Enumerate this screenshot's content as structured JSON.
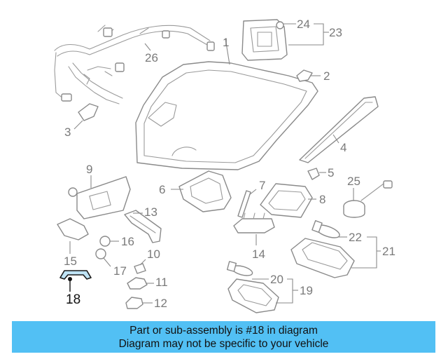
{
  "diagram": {
    "callouts": {
      "c1": "1",
      "c2": "2",
      "c3": "3",
      "c4": "4",
      "c5": "5",
      "c6": "6",
      "c7": "7",
      "c8": "8",
      "c9": "9",
      "c10": "10",
      "c11": "11",
      "c12": "12",
      "c13": "13",
      "c14": "14",
      "c15": "15",
      "c16": "16",
      "c17": "17",
      "c18": "18",
      "c19": "19",
      "c20": "20",
      "c21": "21",
      "c22": "22",
      "c23": "23",
      "c24": "24",
      "c25": "25",
      "c26": "26"
    },
    "highlighted_part": "18",
    "highlight_color": "#bfe3f5",
    "line_color": "#8a8a8a"
  },
  "banner": {
    "line1": "Part or sub-assembly is #18 in diagram",
    "line2": "Diagram may not be specific to your vehicle",
    "background": "#52c0f4"
  }
}
